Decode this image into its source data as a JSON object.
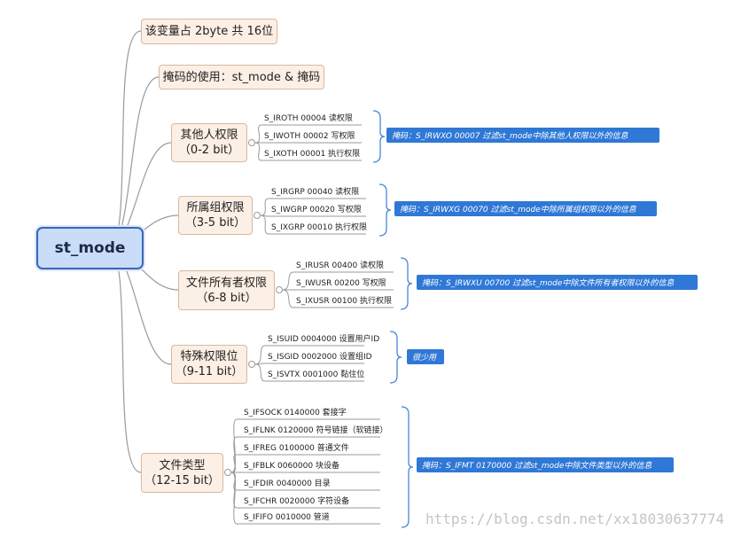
{
  "root": {
    "label": "st_mode"
  },
  "branches": [
    {
      "id": "size",
      "title": "该变量占 2byte 共 16位"
    },
    {
      "id": "mask",
      "title": "掩码的使用：st_mode & 掩码"
    },
    {
      "id": "other",
      "title": "其他人权限",
      "subtitle": "（0-2 bit）",
      "leaves": [
        "S_IROTH 00004 读权限",
        "S_IWOTH 00002 写权限",
        "S_IXOTH 00001 执行权限"
      ],
      "summary": "掩码：S_IRWXO   00007  过滤st_mode中除其他人权限以外的信息"
    },
    {
      "id": "group",
      "title": "所属组权限",
      "subtitle": "（3-5 bit）",
      "leaves": [
        "S_IRGRP 00040 读权限",
        "S_IWGRP 00020 写权限",
        "S_IXGRP 00010 执行权限"
      ],
      "summary": "掩码：S_IRWXG 00070  过滤st_mode中除所属组权限以外的信息"
    },
    {
      "id": "owner",
      "title": "文件所有者权限",
      "subtitle": "（6-8 bit）",
      "leaves": [
        "S_IRUSR 00400 读权限",
        "S_IWUSR 00200 写权限",
        "S_IXUSR 00100 执行权限"
      ],
      "summary": "掩码：S_IRWXU 00700 过滤st_mode中除文件所有者权限以外的信息"
    },
    {
      "id": "special",
      "title": "特殊权限位",
      "subtitle": "（9-11 bit）",
      "leaves": [
        "S_ISUID 0004000 设置用户ID",
        "S_ISGID 0002000 设置组ID",
        "S_ISVTX 0001000 黏住位"
      ],
      "summary": "很少用"
    },
    {
      "id": "type",
      "title": "文件类型",
      "subtitle": "（12-15 bit）",
      "leaves": [
        "S_IFSOCK 0140000 套接字",
        "S_IFLNK 0120000 符号链接（软链接）",
        "S_IFREG 0100000 普通文件",
        "S_IFBLK 0060000 块设备",
        "S_IFDIR 0040000 目录",
        "S_IFCHR 0020000 字符设备",
        "S_IFIFO 0010000 管道"
      ],
      "summary": "掩码：S_IFMT 0170000 过滤st_mode中除文件类型以外的信息"
    }
  ],
  "watermark": "https://blog.csdn.net/xx18030637774",
  "colors": {
    "root_fill": "#c9dcf8",
    "root_border": "#3a66b8",
    "node_fill": "#fcefe5",
    "node_border": "#d9b99c",
    "summary_fill": "#2f78d6",
    "line": "#9a9a9a",
    "brace": "#4a86d9"
  }
}
